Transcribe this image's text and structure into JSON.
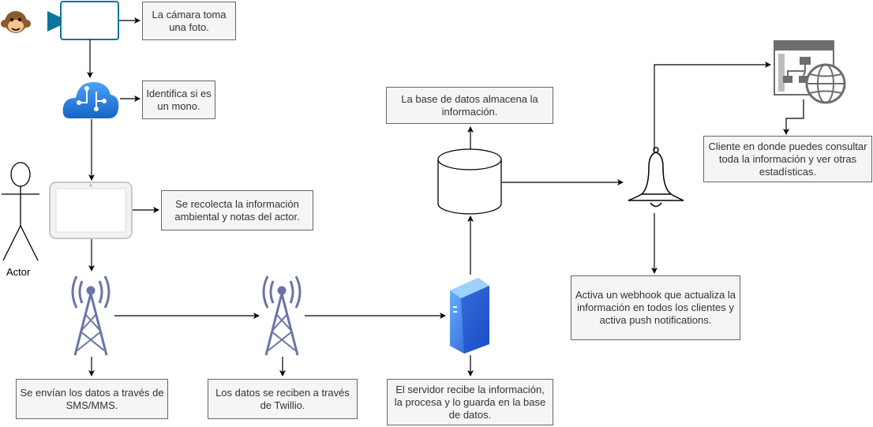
{
  "notes": {
    "camera": "La cámara toma una foto.",
    "ai": "Identifica si es un mono.",
    "tablet": "Se recolecta la información ambiental y notas del actor.",
    "sms": "Se envían los datos a través de SMS/MMS.",
    "twilio": "Los datos se reciben a través de Twillio.",
    "server": "El servidor recibe la información, la procesa y lo guarda en la base de datos.",
    "database": "La base de datos almacena la información.",
    "webhook": "Activa un webhook que actualiza la información en todos los clientes y activa push notifications.",
    "client": "Cliente en donde puedes consultar toda la información y ver otras estadísticas."
  },
  "actor_label": "Actor",
  "icons": [
    "monkey-icon",
    "video-camera-icon",
    "cloud-ai-icon",
    "actor-icon",
    "tablet-icon",
    "antenna-icon",
    "antenna-icon",
    "server-icon",
    "database-icon",
    "bell-icon",
    "web-client-icon"
  ],
  "colors": {
    "stroke": "#000000",
    "note_fill": "#f5f5f5",
    "note_border": "#666666",
    "camera": "#10739e",
    "cloud": "#2b7bd3",
    "antenna": "#6a74a8",
    "server": "#2563d8"
  }
}
